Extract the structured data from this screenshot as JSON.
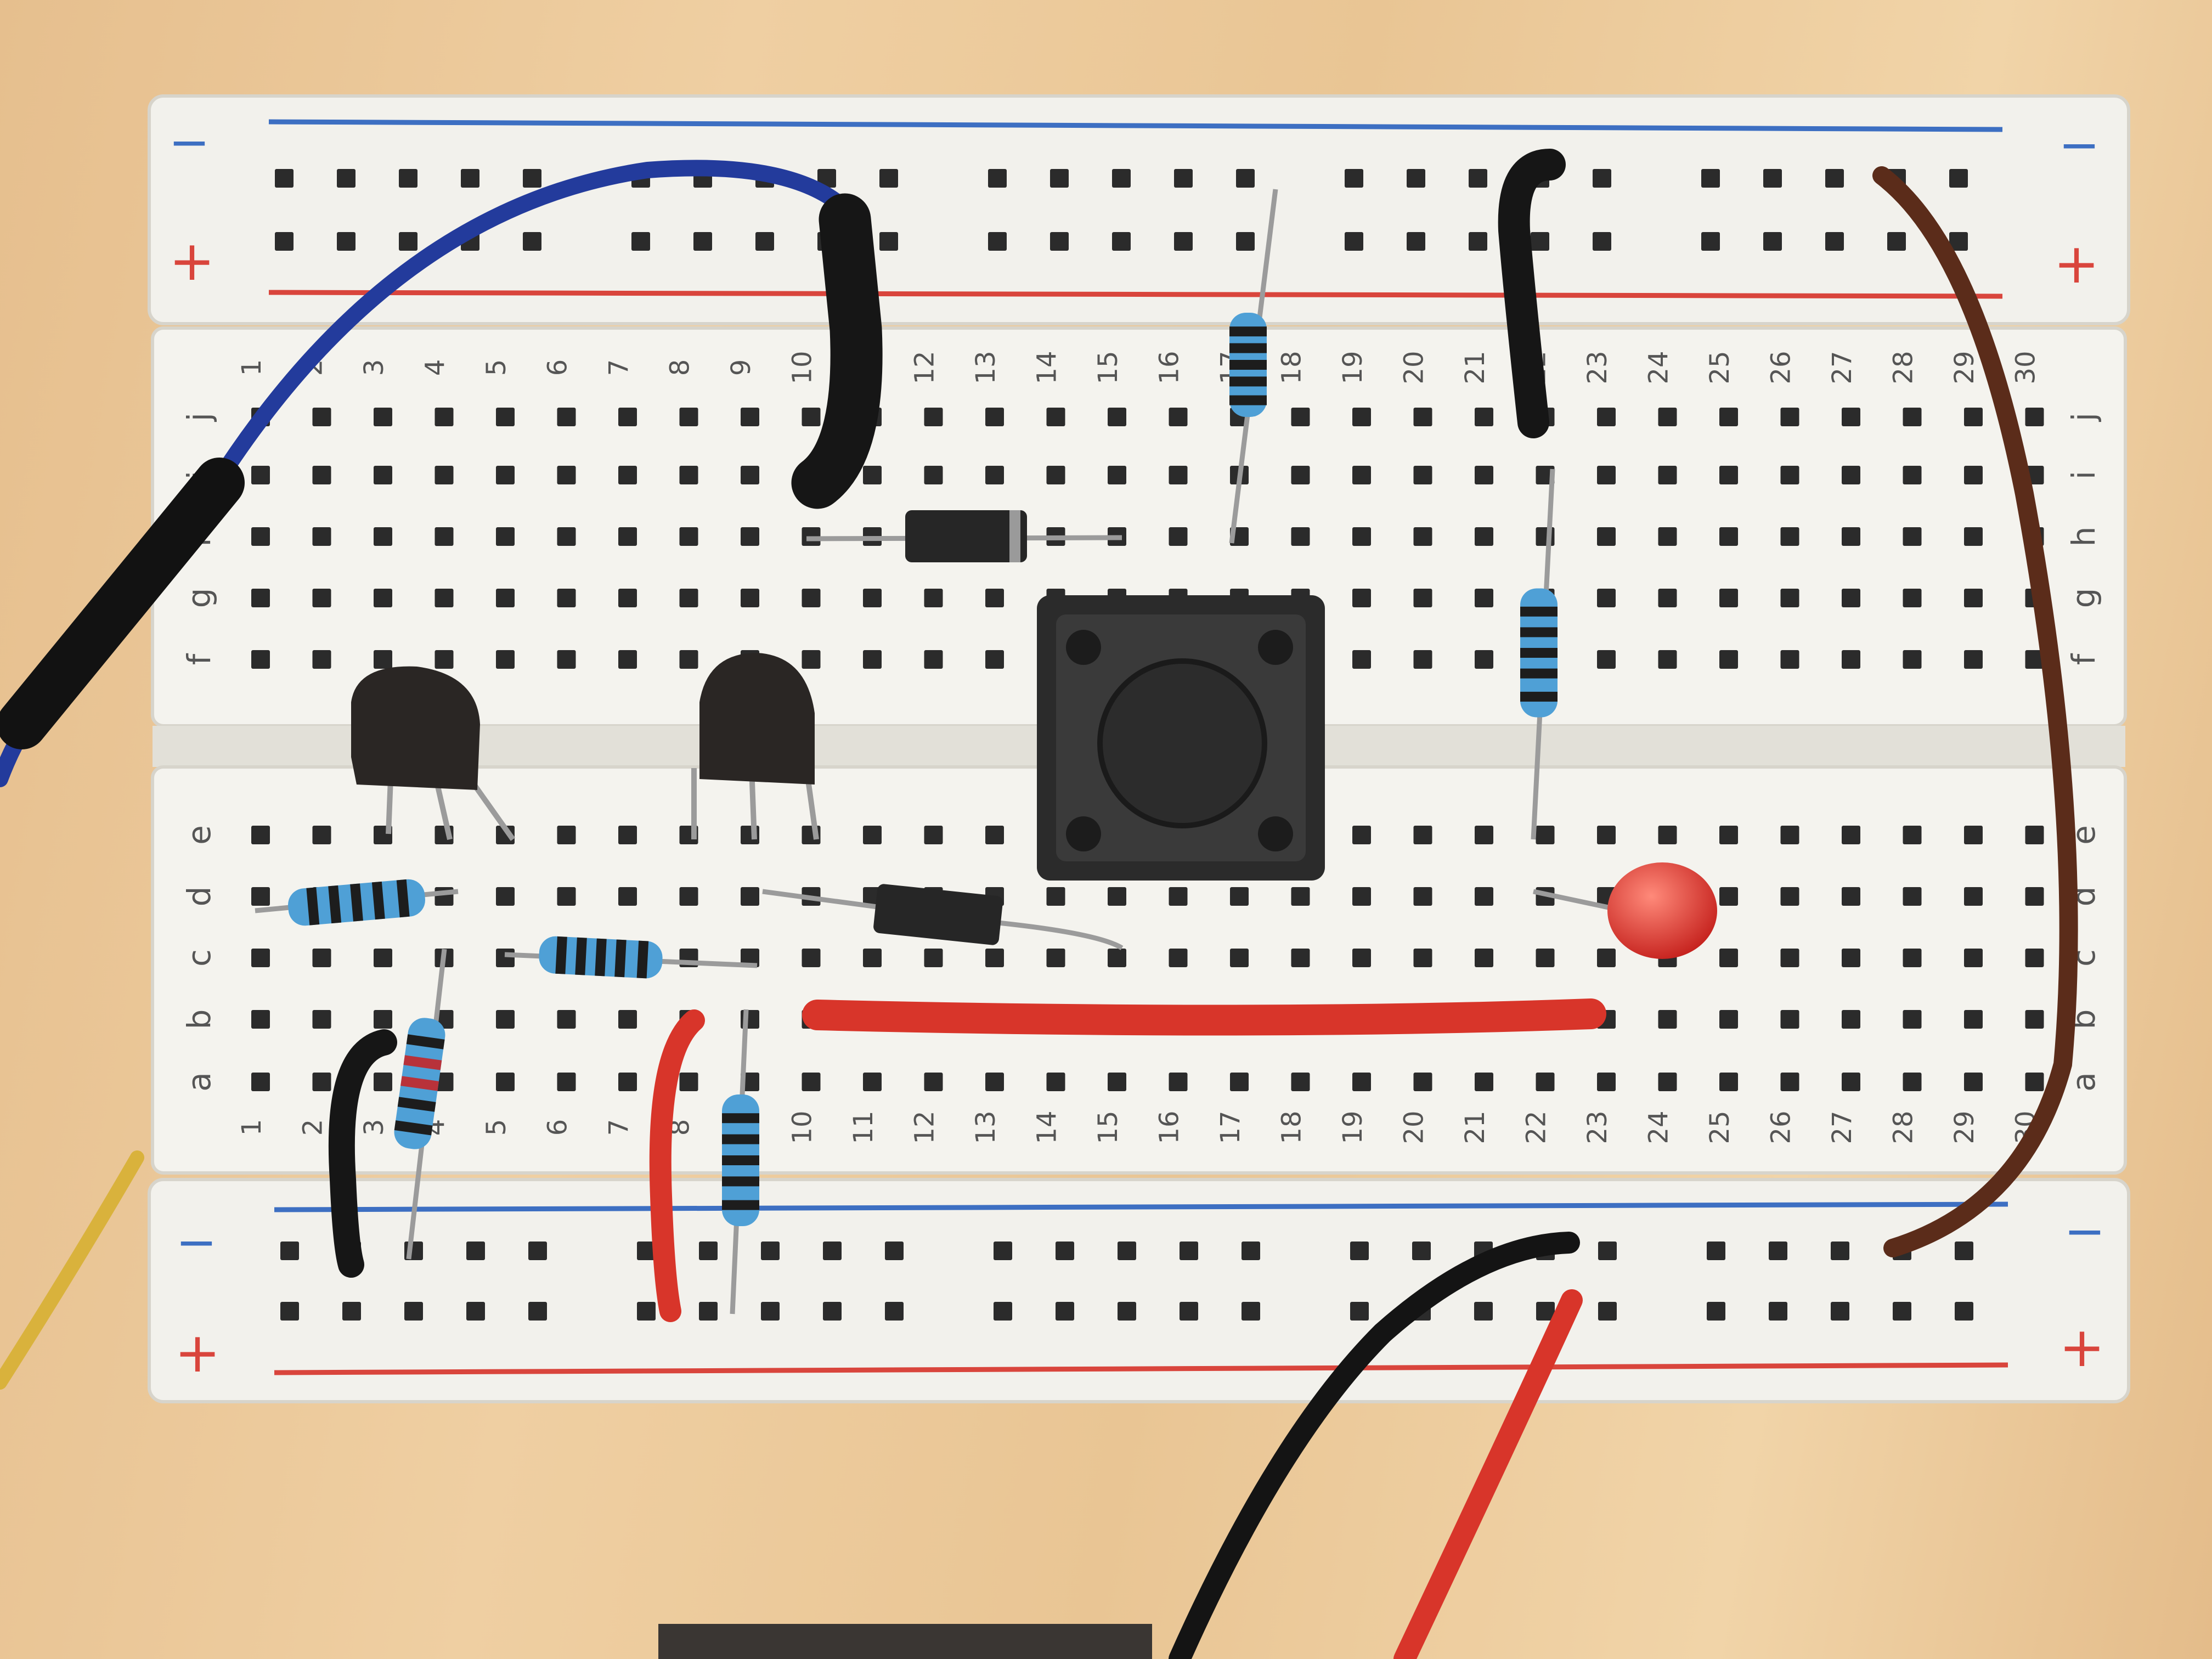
{
  "board": {
    "colors": {
      "board": "#f2f1ec",
      "hole": "#2b2b2b",
      "rail_blue": "#3d6fc2",
      "rail_red": "#d9453c",
      "wood": "#ecc898",
      "label": "#555555"
    },
    "rail_markings": {
      "minus": "−",
      "plus": "+"
    },
    "column_numbers": [
      "1",
      "2",
      "3",
      "4",
      "5",
      "6",
      "7",
      "8",
      "9",
      "10",
      "11",
      "12",
      "13",
      "14",
      "15",
      "16",
      "17",
      "18",
      "19",
      "20",
      "21",
      "22",
      "23",
      "24",
      "25",
      "26",
      "27",
      "28",
      "29",
      "30"
    ],
    "top_row_letters": [
      "j",
      "i",
      "h",
      "g",
      "f"
    ],
    "bottom_row_letters": [
      "e",
      "d",
      "c",
      "b",
      "a"
    ]
  },
  "components": {
    "resistor_colors": {
      "body": "#4fa0d6",
      "band": "#1d1d1d",
      "band_red": "#b8323a"
    },
    "wire_colors": {
      "blue": "#233b9c",
      "black": "#161616",
      "brown": "#5b2c1a",
      "red": "#d8352a",
      "yellow": "#d9b23c"
    },
    "led_color": "#e8322e",
    "transistor_color": "#2a2624",
    "diode_color": "#262626",
    "button_color": "#2b2b2b"
  }
}
